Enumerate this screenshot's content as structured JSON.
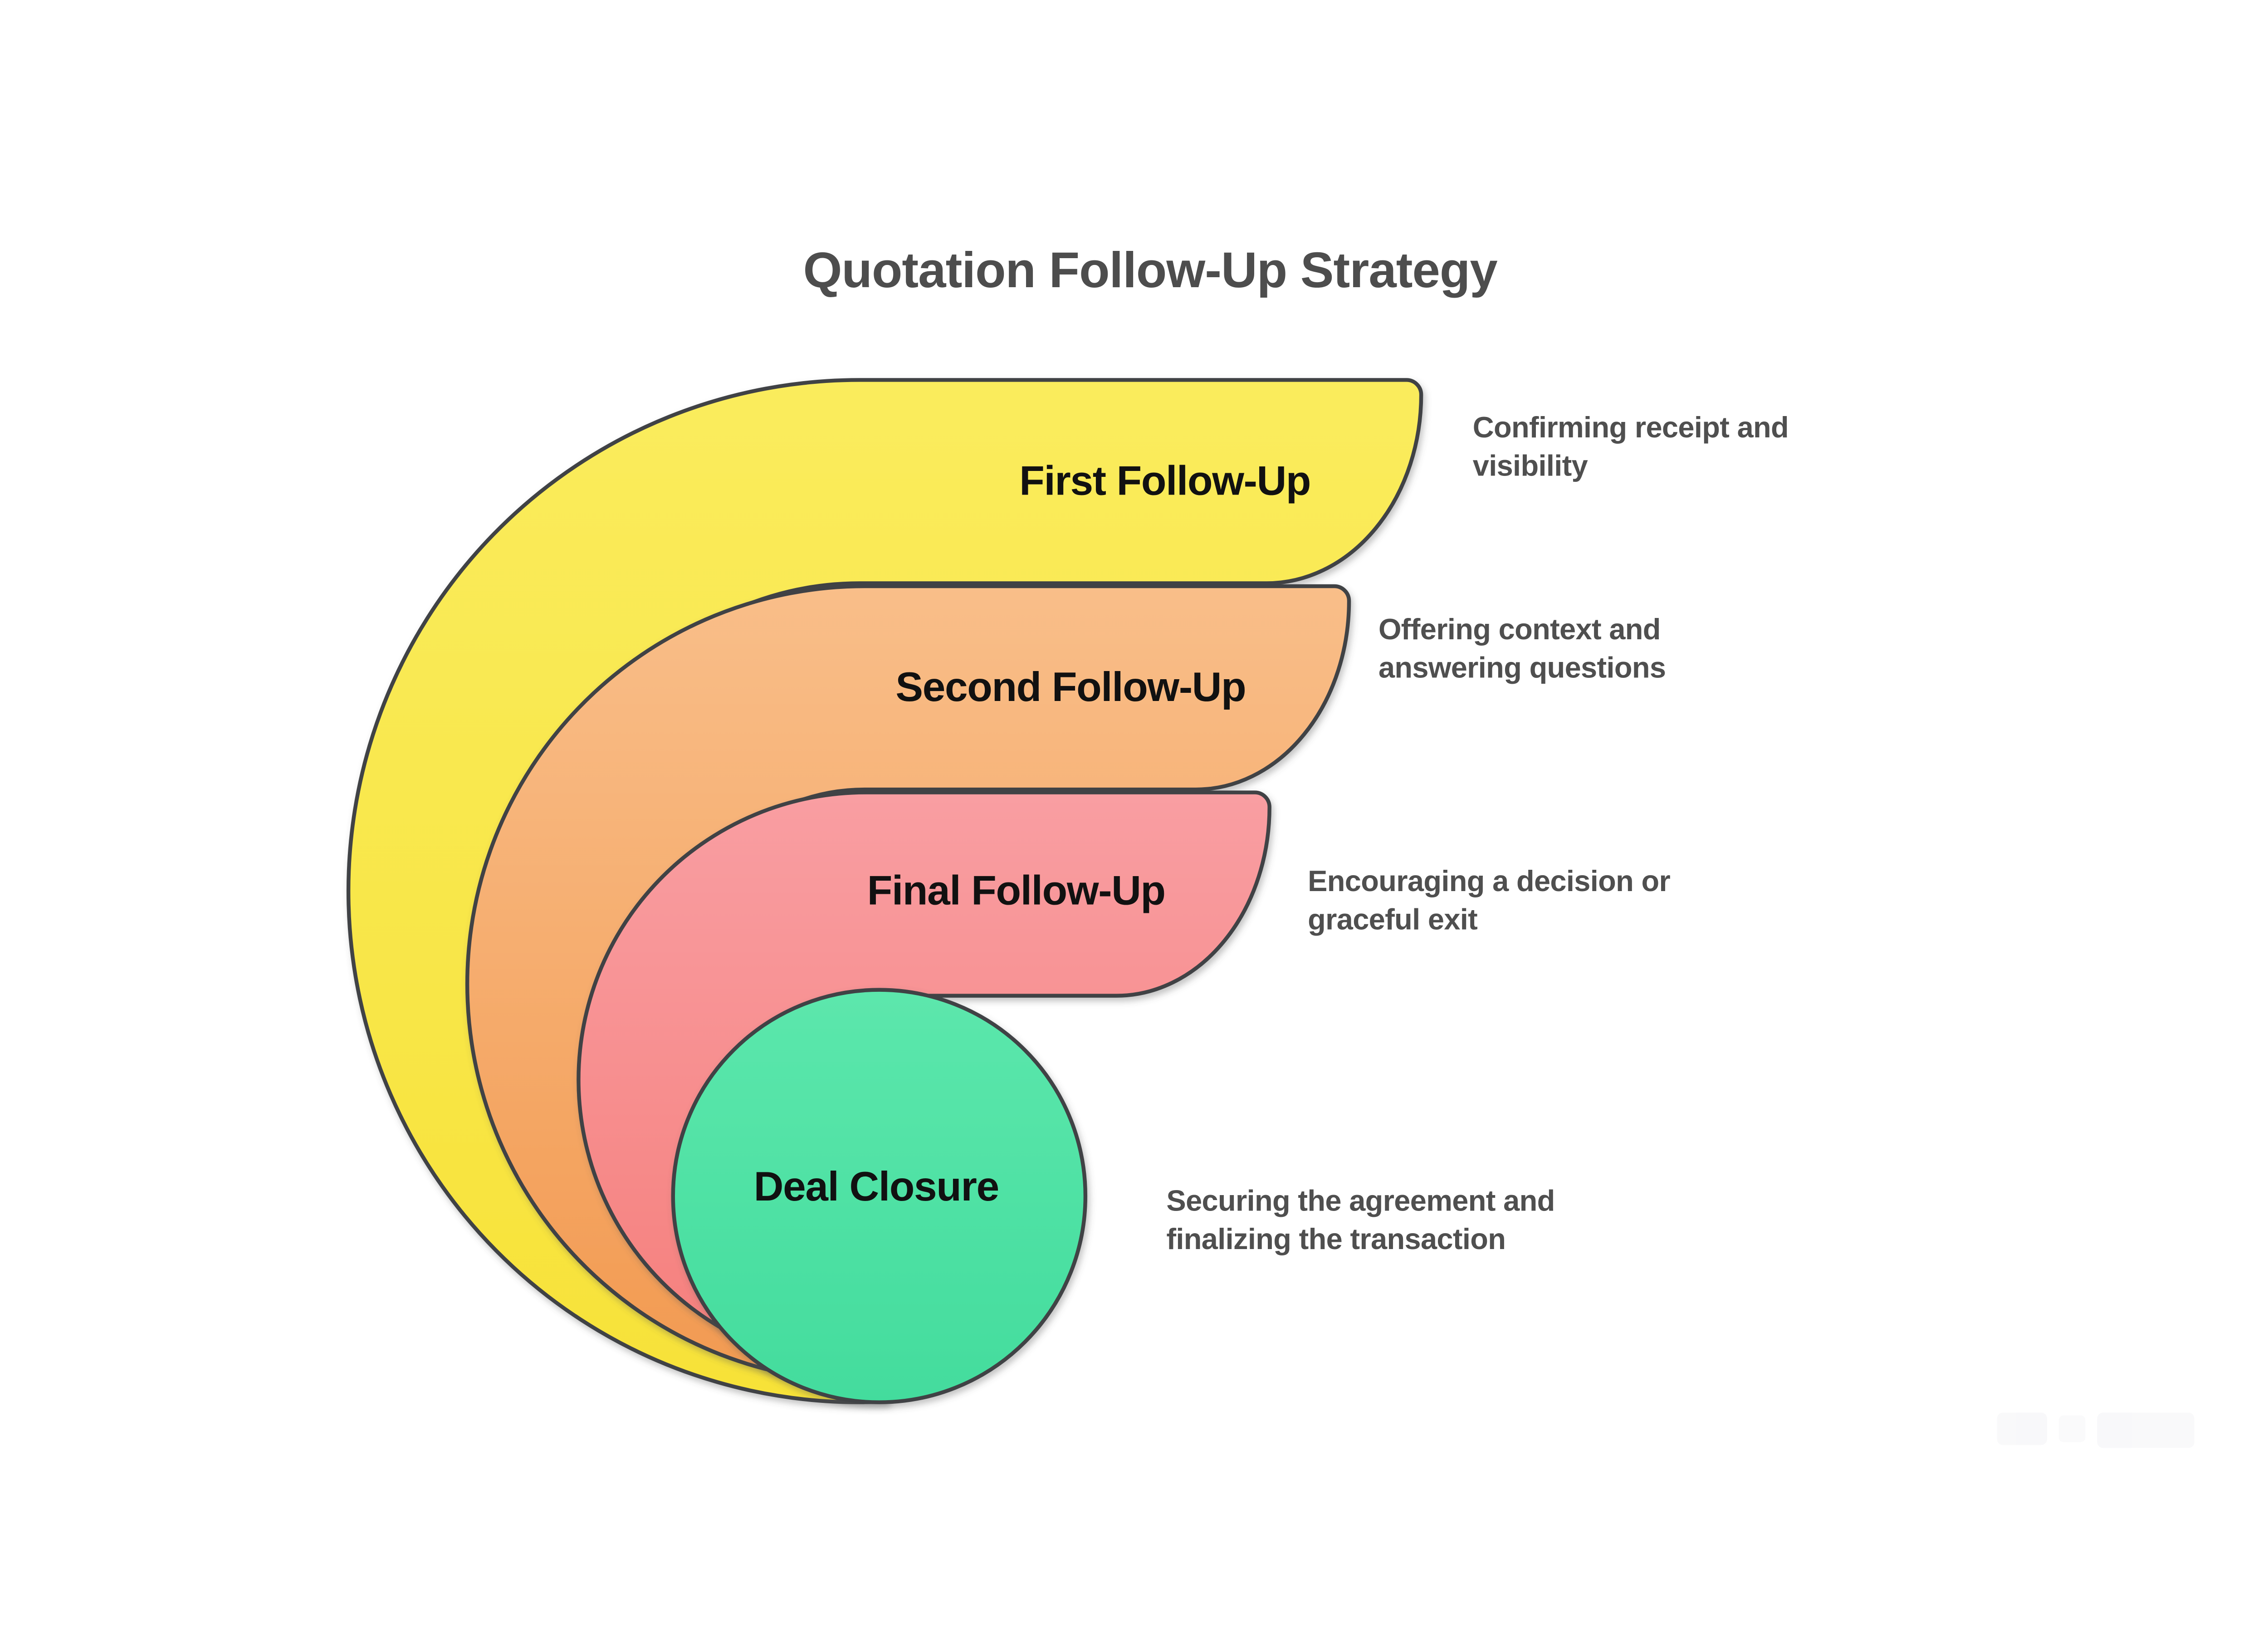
{
  "title": "Quotation Follow-Up Strategy",
  "stages": [
    {
      "label": "First Follow-Up",
      "desc_line1": "Confirming receipt and",
      "desc_line2": "visibility",
      "color_top": "#FAEC5D",
      "color_bottom": "#F7E238"
    },
    {
      "label": "Second Follow-Up",
      "desc_line1": "Offering context and",
      "desc_line2": "answering questions",
      "color_top": "#F9BE89",
      "color_bottom": "#F29A51"
    },
    {
      "label": "Final Follow-Up",
      "desc_line1": "Encouraging a decision or",
      "desc_line2": "graceful exit",
      "color_top": "#F99EA2",
      "color_bottom": "#F57F7C"
    },
    {
      "label": "Deal Closure",
      "desc_line1": "Securing the agreement and",
      "desc_line2": "finalizing the transaction",
      "color_top": "#5CE7AC",
      "color_bottom": "#43DC9D"
    }
  ],
  "colors": {
    "stroke": "#3F4245",
    "title_text": "#4D4D4D",
    "label_text": "#111111",
    "desc_text": "#4F4F4F",
    "background": "#FFFFFF"
  }
}
